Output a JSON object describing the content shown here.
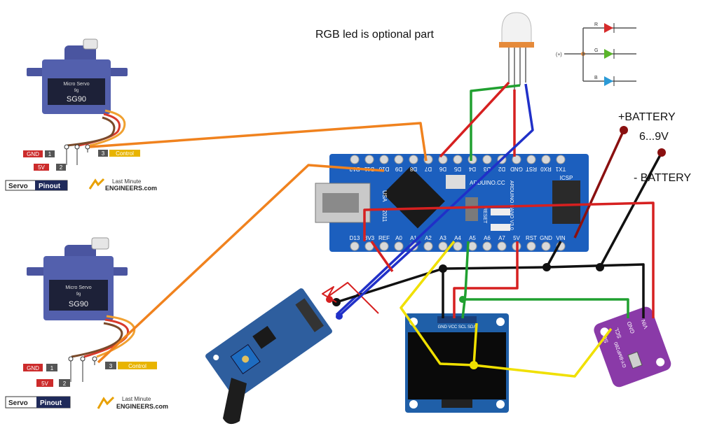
{
  "annotations": {
    "rgb_note": "RGB led is optional part",
    "battery_plus": "+BATTERY",
    "battery_voltage": "6...9V",
    "battery_minus": "- BATTERY"
  },
  "rgb_schematic": {
    "plus": "(+)",
    "r": "R",
    "g": "G",
    "b": "B"
  },
  "servos": [
    {
      "model_top": "Micro Servo",
      "model_mid": "9g",
      "model": "SG90",
      "pin_gnd": "GND",
      "pin_5v": "5V",
      "pin_ctrl": "Control",
      "num1": "1",
      "num2": "2",
      "num3": "3",
      "pinout_a": "Servo",
      "pinout_b": "Pinout",
      "brand_a": "Last Minute",
      "brand_b": "ENGINEERS.com"
    },
    {
      "model_top": "Micro Servo",
      "model_mid": "9g",
      "model": "SG90",
      "pin_gnd": "GND",
      "pin_5v": "5V",
      "pin_ctrl": "Control",
      "num1": "1",
      "num2": "2",
      "num3": "3",
      "pinout_a": "Servo",
      "pinout_b": "Pinout",
      "brand_a": "Last Minute",
      "brand_b": "ENGINEERS.com"
    }
  ],
  "arduino": {
    "top_pins": [
      "D12",
      "D11",
      "D10",
      "D9",
      "D8",
      "D7",
      "D6",
      "D5",
      "D4",
      "D3",
      "D2",
      "GND",
      "RST",
      "RX0",
      "TX1"
    ],
    "bottom_pins": [
      "D13",
      "3V3",
      "REF",
      "A0",
      "A1",
      "A2",
      "A3",
      "A4",
      "A5",
      "A6",
      "A7",
      "5V",
      "RST",
      "GND",
      "VIN"
    ],
    "usa": "USA",
    "year": "2011",
    "site": "ARDUINO.CC",
    "name": "ARDUINO NANO V3.0",
    "icsp": "ICSP",
    "reset": "RESET"
  },
  "oled": {
    "pins": "GND VCC SCL SDA"
  },
  "bmp": {
    "vin": "VIN",
    "gnd": "GND",
    "scl": "SCL",
    "sda": "SDA",
    "model": "GY-BMP280"
  }
}
